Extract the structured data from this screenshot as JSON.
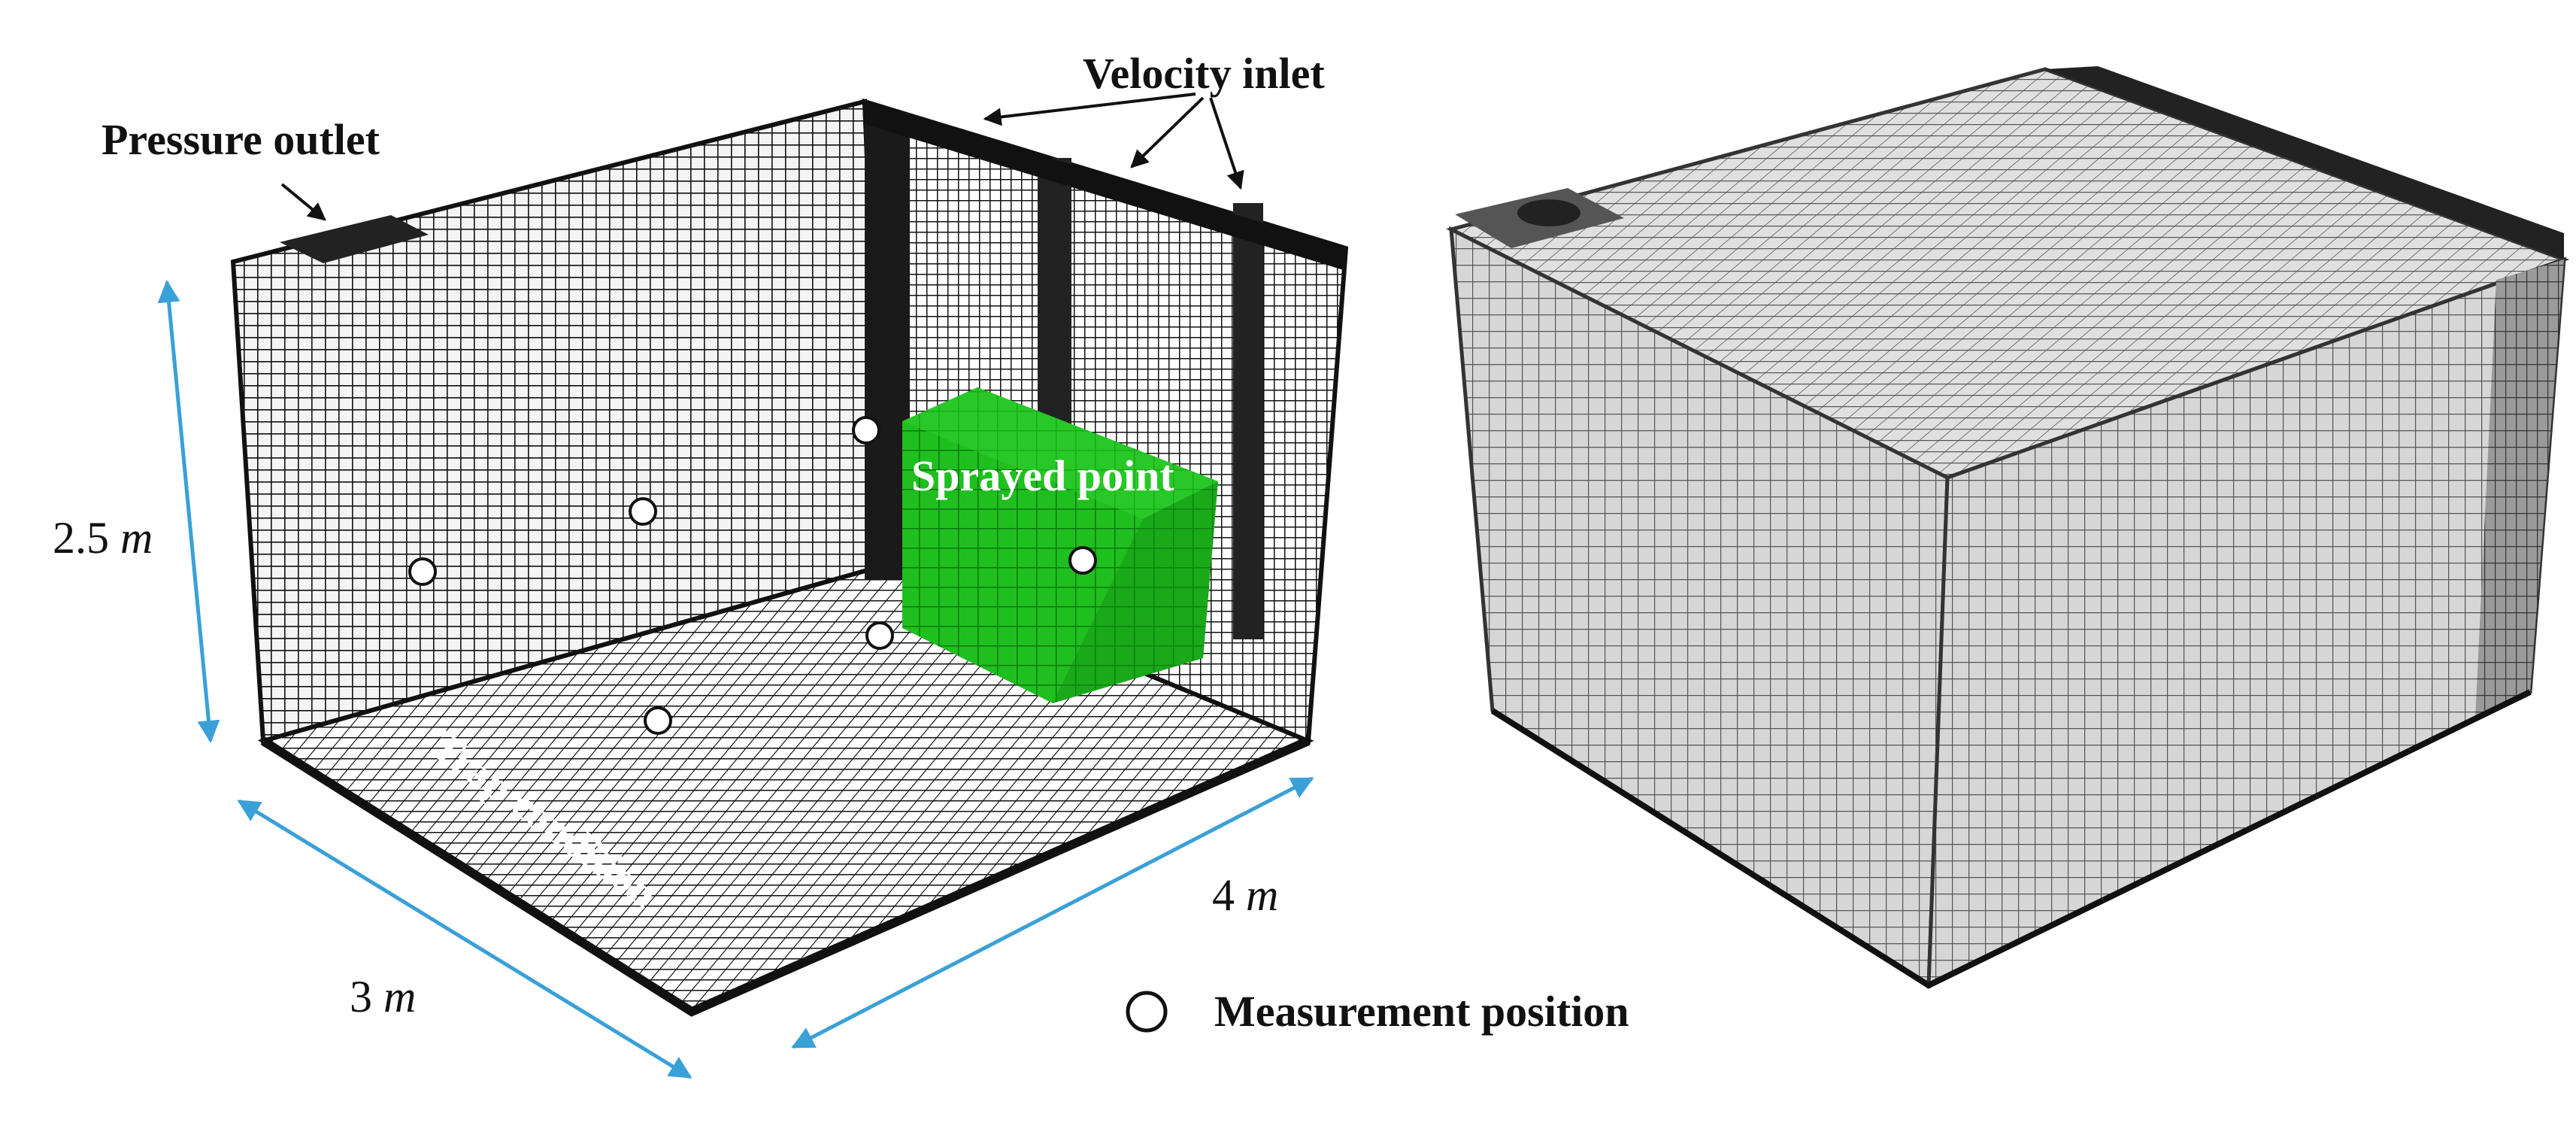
{
  "labels": {
    "velocity_inlet": "Velocity inlet",
    "pressure_outlet": "Pressure outlet",
    "sprayed_point": "Sprayed point",
    "trap_condition": "Trap condition",
    "legend_text": "Measurement position"
  },
  "dimensions": {
    "height": {
      "value": "2.5",
      "unit": "m"
    },
    "width": {
      "value": "3",
      "unit": "m"
    },
    "length": {
      "value": "4",
      "unit": "m"
    }
  },
  "colors": {
    "mesh_line": "#111111",
    "spray_fill": "#1fbf1f",
    "solid_face": "#d8d8d8",
    "dimension_arrow": "#3aa0d8"
  },
  "icons": {
    "measurement_marker": "white-circle-icon"
  }
}
